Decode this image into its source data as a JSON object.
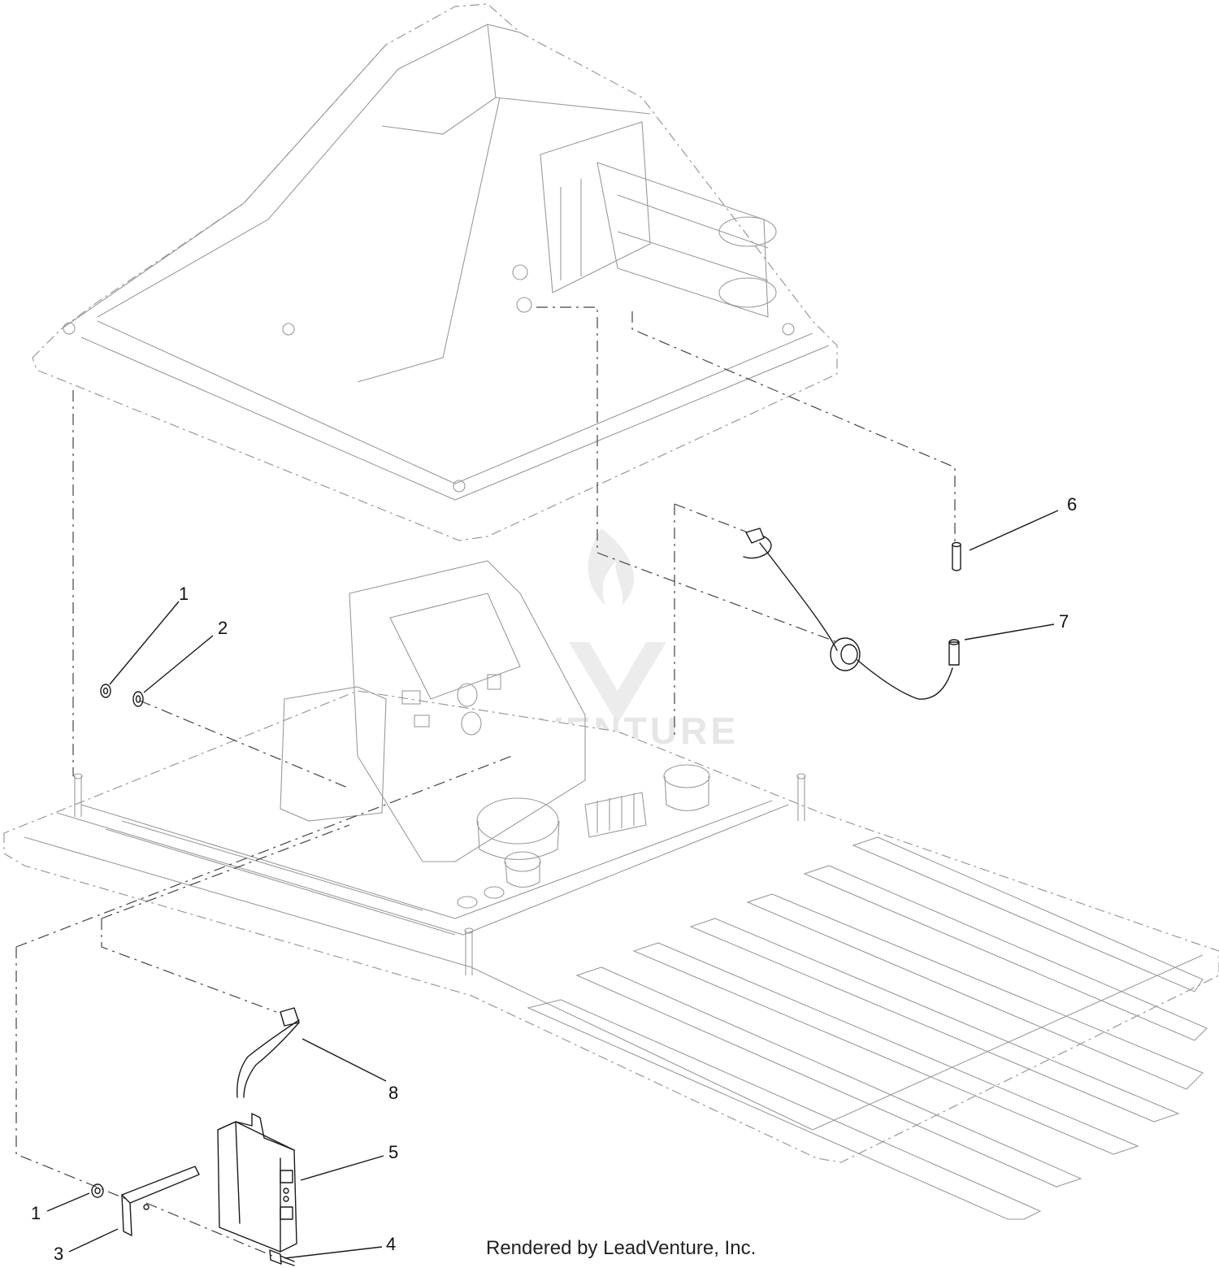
{
  "callouts": [
    {
      "id": "c1a",
      "text": "1"
    },
    {
      "id": "c2",
      "text": "2"
    },
    {
      "id": "c6",
      "text": "6"
    },
    {
      "id": "c7",
      "text": "7"
    },
    {
      "id": "c8",
      "text": "8"
    },
    {
      "id": "c5",
      "text": "5"
    },
    {
      "id": "c1b",
      "text": "1"
    },
    {
      "id": "c3",
      "text": "3"
    },
    {
      "id": "c4",
      "text": "4"
    }
  ],
  "watermark": {
    "text": "LEADVENTURE"
  },
  "footer": {
    "text": "Rendered by LeadVenture, Inc."
  },
  "colors": {
    "line": "#1a1a1a",
    "phantom": "#9a9a9a",
    "watermark": "#e6e6e6"
  }
}
